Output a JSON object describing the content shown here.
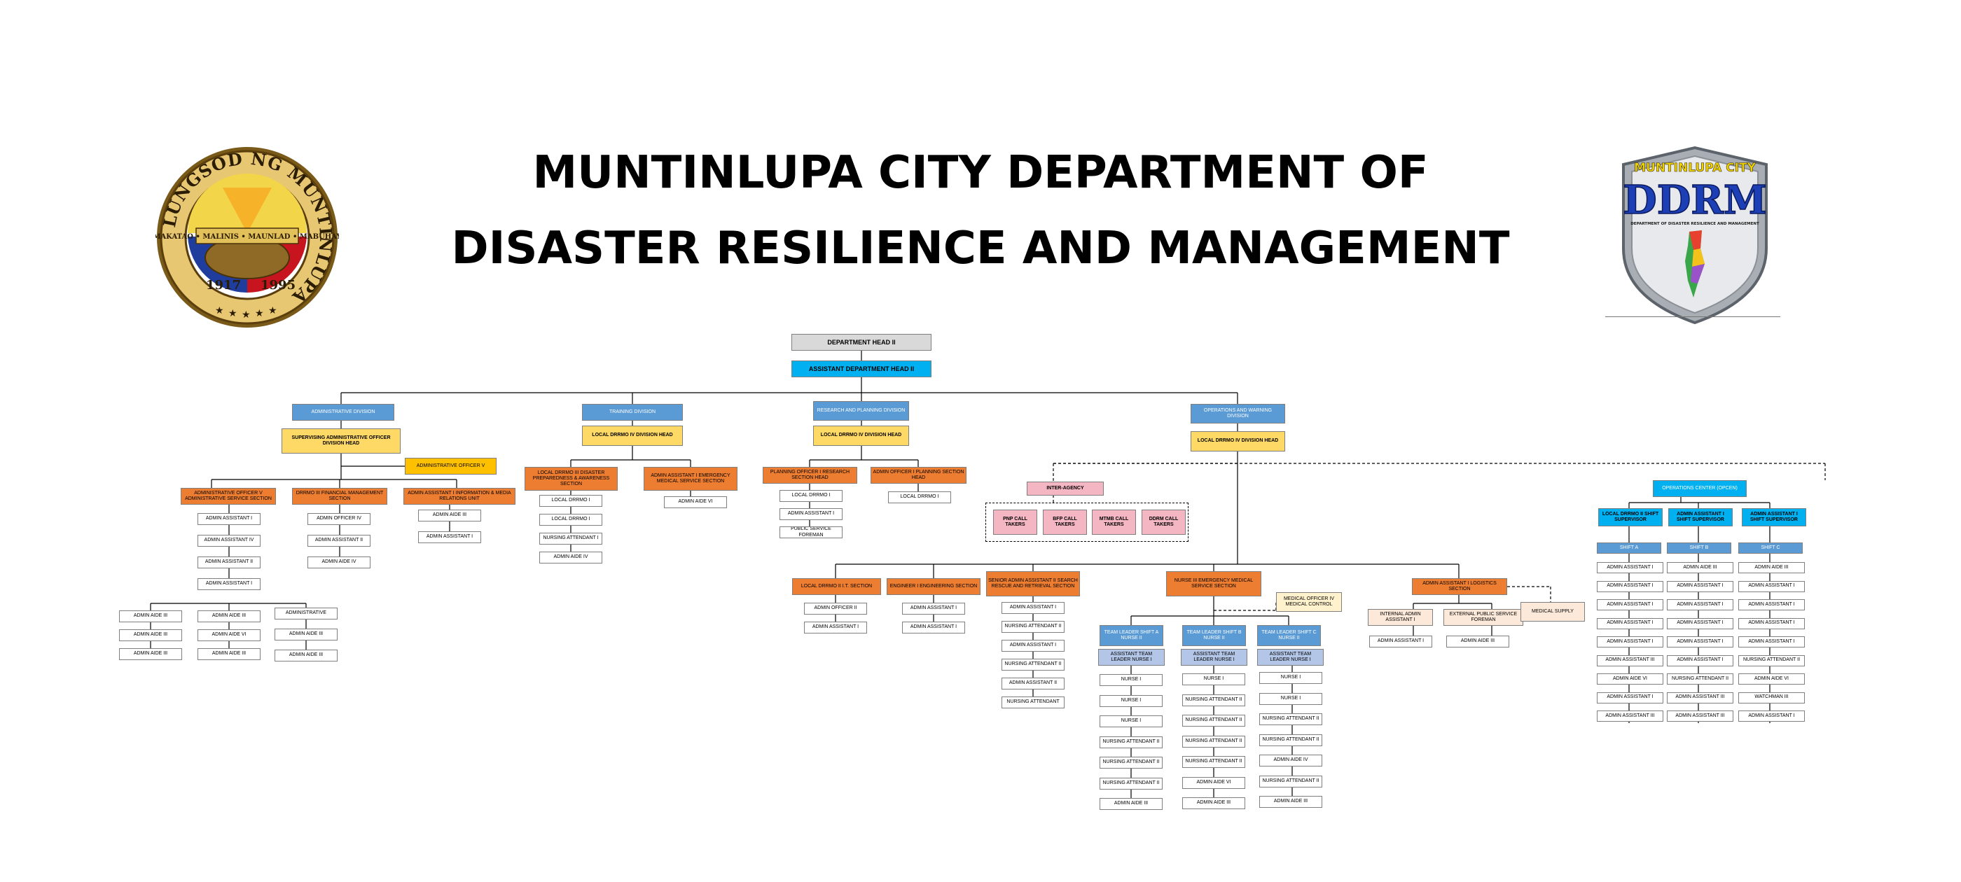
{
  "title": {
    "line1": "MUNTINLUPA CITY DEPARTMENT OF",
    "line2": "DISASTER RESILIENCE AND MANAGEMENT"
  },
  "left_seal": {
    "ring_text": "LUNGSOD NG MUNTINLUPA",
    "banner_text": "MAKATAO • MALINIS • MAUNLAD • MABUHAY",
    "year_left": "1917",
    "year_right": "1995"
  },
  "right_seal": {
    "top_text": "MUNTINLUPA CITY",
    "acronym": "DDRM",
    "sub_text": "DEPARTMENT OF DISASTER RESILIENCE AND MANAGEMENT"
  },
  "colors": {
    "head": "#d9d9d9",
    "cyan": "#00b0f0",
    "division": "#5b9bd5",
    "division_head": "#ffd966",
    "section": "#ed7d31",
    "inter_agency": "#f4b6c2"
  },
  "org": {
    "department_head": "DEPARTMENT HEAD II",
    "assistant_head": "ASSISTANT DEPARTMENT HEAD II",
    "admin": {
      "division": "ADMINISTRATIVE DIVISION",
      "head": "SUPERVISING ADMINISTRATIVE OFFICER DIVISION HEAD",
      "aside": "ADMINISTRATIVE OFFICER V",
      "sec1": "ADMINISTRATIVE OFFICER V ADMINISTRATIVE SERVICE SECTION",
      "sec2": "DRRMO III FINANCIAL MANAGEMENT SECTION",
      "sec3": "ADMIN ASSISTANT I INFORMATION & MEDIA RELATIONS UNIT",
      "sec1_staff": [
        "ADMIN ASSISTANT I",
        "ADMIN ASSISTANT IV",
        "ADMIN ASSISTANT II",
        "ADMIN ASSISTANT I"
      ],
      "sec2_staff": [
        "ADMIN OFFICER IV",
        "ADMIN ASSISTANT II",
        "ADMIN AIDE IV"
      ],
      "sec3_staff": [
        "ADMIN AIDE III",
        "ADMIN ASSISTANT I"
      ],
      "sub_col1": [
        "ADMIN AIDE III",
        "ADMIN AIDE III",
        "ADMIN AIDE III"
      ],
      "sub_col2": [
        "ADMIN AIDE III",
        "ADMIN AIDE VI",
        "ADMIN AIDE III"
      ],
      "sub_col3": [
        "ADMINISTRATIVE",
        "ADMIN AIDE III",
        "ADMIN AIDE III"
      ]
    },
    "training": {
      "division": "TRAINING DIVISION",
      "head": "LOCAL DRRMO IV DIVISION HEAD",
      "sec1": "LOCAL DRRMO III DISASTER PREPAREDNESS & AWARENESS SECTION",
      "sec2": "ADMIN ASSISTANT I EMERGENCY MEDICAL SERVICE SECTION",
      "sec1_staff": [
        "LOCAL DRRMO I",
        "LOCAL DRRMO I",
        "NURSING ATTENDANT I",
        "ADMIN AIDE IV"
      ],
      "sec2_staff": [
        "ADMIN AIDE VI"
      ]
    },
    "research": {
      "division": "RESEARCH AND PLANNING DIVISION",
      "head": "LOCAL DRRMO IV DIVISION HEAD",
      "sec1": "PLANNING OFFICER I RESEARCH SECTION HEAD",
      "sec2": "ADMIN OFFICER I PLANNING SECTION HEAD",
      "sec1_staff": [
        "LOCAL DRRMO I",
        "ADMIN ASSISTANT I",
        "PUBLIC SERVICE FOREMAN"
      ],
      "sec2_staff": [
        "LOCAL DRRMO I"
      ]
    },
    "operations": {
      "division": "OPERATIONS AND WARNING DIVISION",
      "head": "LOCAL DRRMO IV DIVISION HEAD",
      "inter_agency": "INTER-AGENCY",
      "call_takers": [
        "PNP CALL TAKERS",
        "BFP CALL TAKERS",
        "MTMB CALL TAKERS",
        "DDRM CALL TAKERS"
      ],
      "ops_center": "OPERATIONS CENTER (OPCEN)",
      "shift_supervisors": [
        "LOCAL DRRMO II SHIFT SUPERVISOR",
        "ADMIN ASSISTANT I SHIFT SUPERVISOR",
        "ADMIN ASSISTANT I SHIFT SUPERVISOR"
      ],
      "shifts": [
        "SHIFT A",
        "SHIFT B",
        "SHIFT C"
      ],
      "shift_a_staff": [
        "ADMIN ASSISTANT I",
        "ADMIN ASSISTANT I",
        "ADMIN ASSISTANT I",
        "ADMIN ASSISTANT I",
        "ADMIN ASSISTANT I",
        "ADMIN ASSISTANT III",
        "ADMIN AIDE VI",
        "ADMIN ASSISTANT I",
        "ADMIN ASSISTANT III"
      ],
      "shift_b_staff": [
        "ADMIN AIDE III",
        "ADMIN ASSISTANT I",
        "ADMIN ASSISTANT I",
        "ADMIN ASSISTANT I",
        "ADMIN ASSISTANT I",
        "ADMIN ASSISTANT I",
        "NURSING ATTENDANT II",
        "ADMIN ASSISTANT III",
        "ADMIN ASSISTANT III"
      ],
      "shift_c_staff": [
        "ADMIN AIDE III",
        "ADMIN ASSISTANT I",
        "ADMIN ASSISTANT I",
        "ADMIN ASSISTANT I",
        "ADMIN ASSISTANT I",
        "NURSING ATTENDANT II",
        "ADMIN AIDE VI",
        "WATCHMAN III",
        "ADMIN ASSISTANT I"
      ],
      "sec_ict": "LOCAL DRRMO II I.T. SECTION",
      "sec_ict_staff": [
        "ADMIN OFFICER II",
        "ADMIN ASSISTANT I"
      ],
      "sec_eng": "ENGINEER I ENGINEERING SECTION",
      "sec_eng_staff": [
        "ADMIN ASSISTANT I",
        "ADMIN ASSISTANT I"
      ],
      "sec_sar": "SENIOR ADMIN ASSISTANT II SEARCH RESCUE AND RETRIEVAL SECTION",
      "sec_sar_staff": [
        "ADMIN ASSISTANT I",
        "NURSING ATTENDANT II",
        "ADMIN ASSISTANT I",
        "NURSING ATTENDANT II",
        "ADMIN ASSISTANT II",
        "NURSING ATTENDANT"
      ],
      "sec_ems": "NURSE III EMERGENCY MEDICAL SERVICE SECTION",
      "medical_officer": "MEDICAL OFFICER IV MEDICAL CONTROL",
      "team_leaders": [
        "TEAM LEADER SHIFT A NURSE II",
        "TEAM LEADER SHIFT B NURSE II",
        "TEAM LEADER SHIFT C NURSE II"
      ],
      "assistant_leaders": [
        "ASSISTANT TEAM LEADER NURSE I",
        "ASSISTANT TEAM LEADER NURSE I",
        "ASSISTANT TEAM LEADER NURSE I"
      ],
      "ems_a_staff": [
        "NURSE I",
        "NURSE I",
        "NURSE I",
        "NURSING ATTENDANT II",
        "NURSING ATTENDANT II",
        "NURSING ATTENDANT II",
        "ADMIN AIDE III"
      ],
      "ems_b_staff": [
        "NURSE I",
        "NURSING ATTENDANT II",
        "NURSING ATTENDANT II",
        "NURSING ATTENDANT II",
        "NURSING ATTENDANT II",
        "ADMIN AIDE VI",
        "ADMIN AIDE III"
      ],
      "ems_c_staff": [
        "NURSE I",
        "NURSE I",
        "NURSING ATTENDANT II",
        "NURSING ATTENDANT II",
        "ADMIN AIDE IV",
        "NURSING ATTENDANT II",
        "ADMIN AIDE III"
      ],
      "sec_log": "ADMIN ASSISTANT I LOGISTICS SECTION",
      "log_internal": "INTERNAL ADMIN ASSISTANT I",
      "log_external": "EXTERNAL PUBLIC SERVICE FOREMAN",
      "log_medical": "MEDICAL SUPPLY",
      "log_internal_staff": [
        "ADMIN ASSISTANT I"
      ],
      "log_external_staff": [
        "ADMIN AIDE III"
      ]
    }
  }
}
